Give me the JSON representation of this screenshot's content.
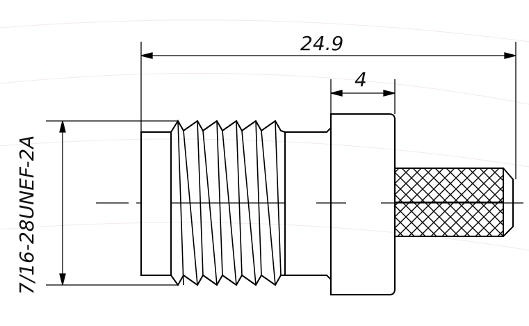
{
  "dimensions": {
    "overall_length": "24.9",
    "flange_width": "4",
    "thread_spec": "7/16-28UNEF-2A"
  },
  "colors": {
    "line": "#000000",
    "background": "#ffffff"
  }
}
